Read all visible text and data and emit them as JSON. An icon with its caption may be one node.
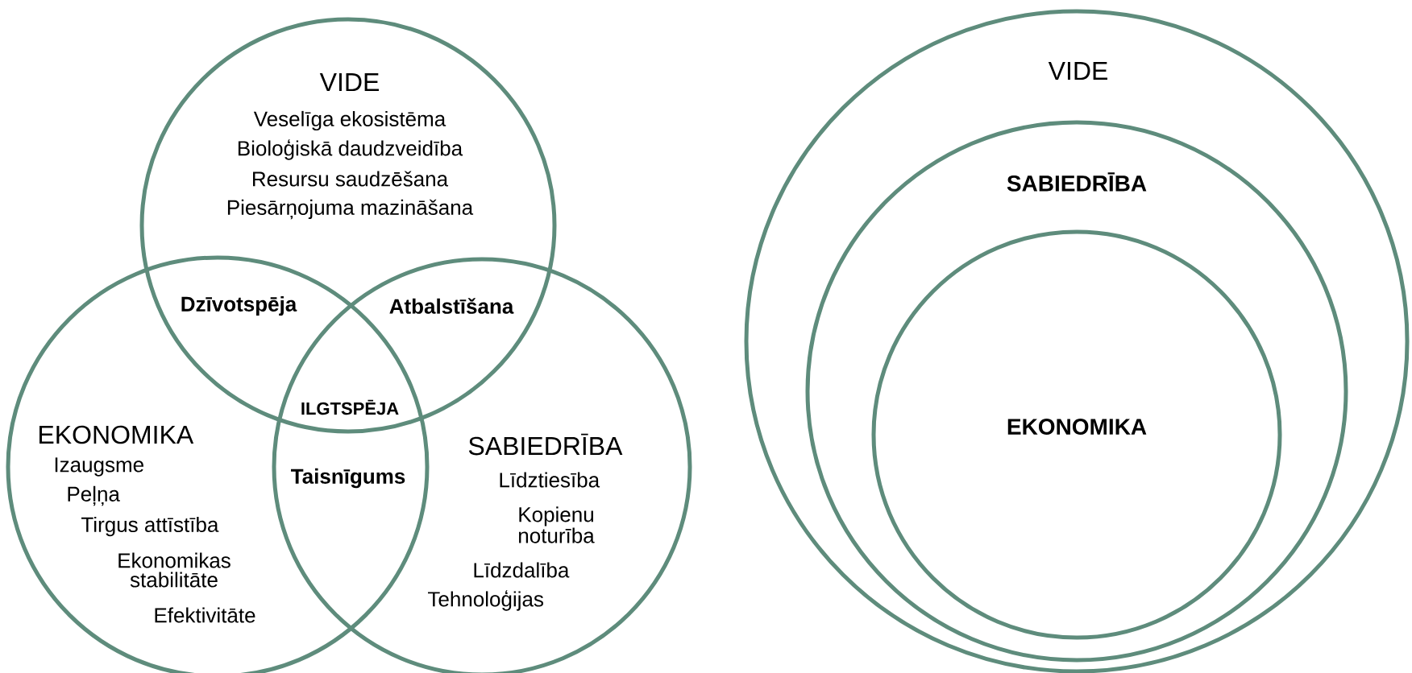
{
  "diagram": {
    "nodes": [
      {
        "text": [
          "VIDE",
          "Veselīga ekosistēma",
          "Bioloģiskā daudzveidība",
          "Resursu saudzēšana",
          "Piesārņojuma mazināšana"
        ]
      },
      {
        "text": [
          "EKONOMIKA",
          "Izaugsme",
          "Peļņa",
          "Tirgus attīstība",
          "Ekonomikas stabilitāte",
          "Efektivitāte"
        ]
      },
      {
        "text": [
          "SABIEDRĪBA",
          "Līdztiesība",
          "Kopienu noturība",
          "Līdzdalība",
          "Tehnoloģijas"
        ]
      },
      {
        "text": [
          "VIDE"
        ]
      },
      {
        "text": [
          "SABIEDRĪBA"
        ],
        "in": 3
      },
      {
        "text": [
          "EKONOMIKA"
        ],
        "in": 4
      }
    ],
    "labels": [
      "Dzīvotspēja",
      "Atbalstīšana",
      "ILGTSPĒJA",
      "Taisnīgums"
    ]
  }
}
